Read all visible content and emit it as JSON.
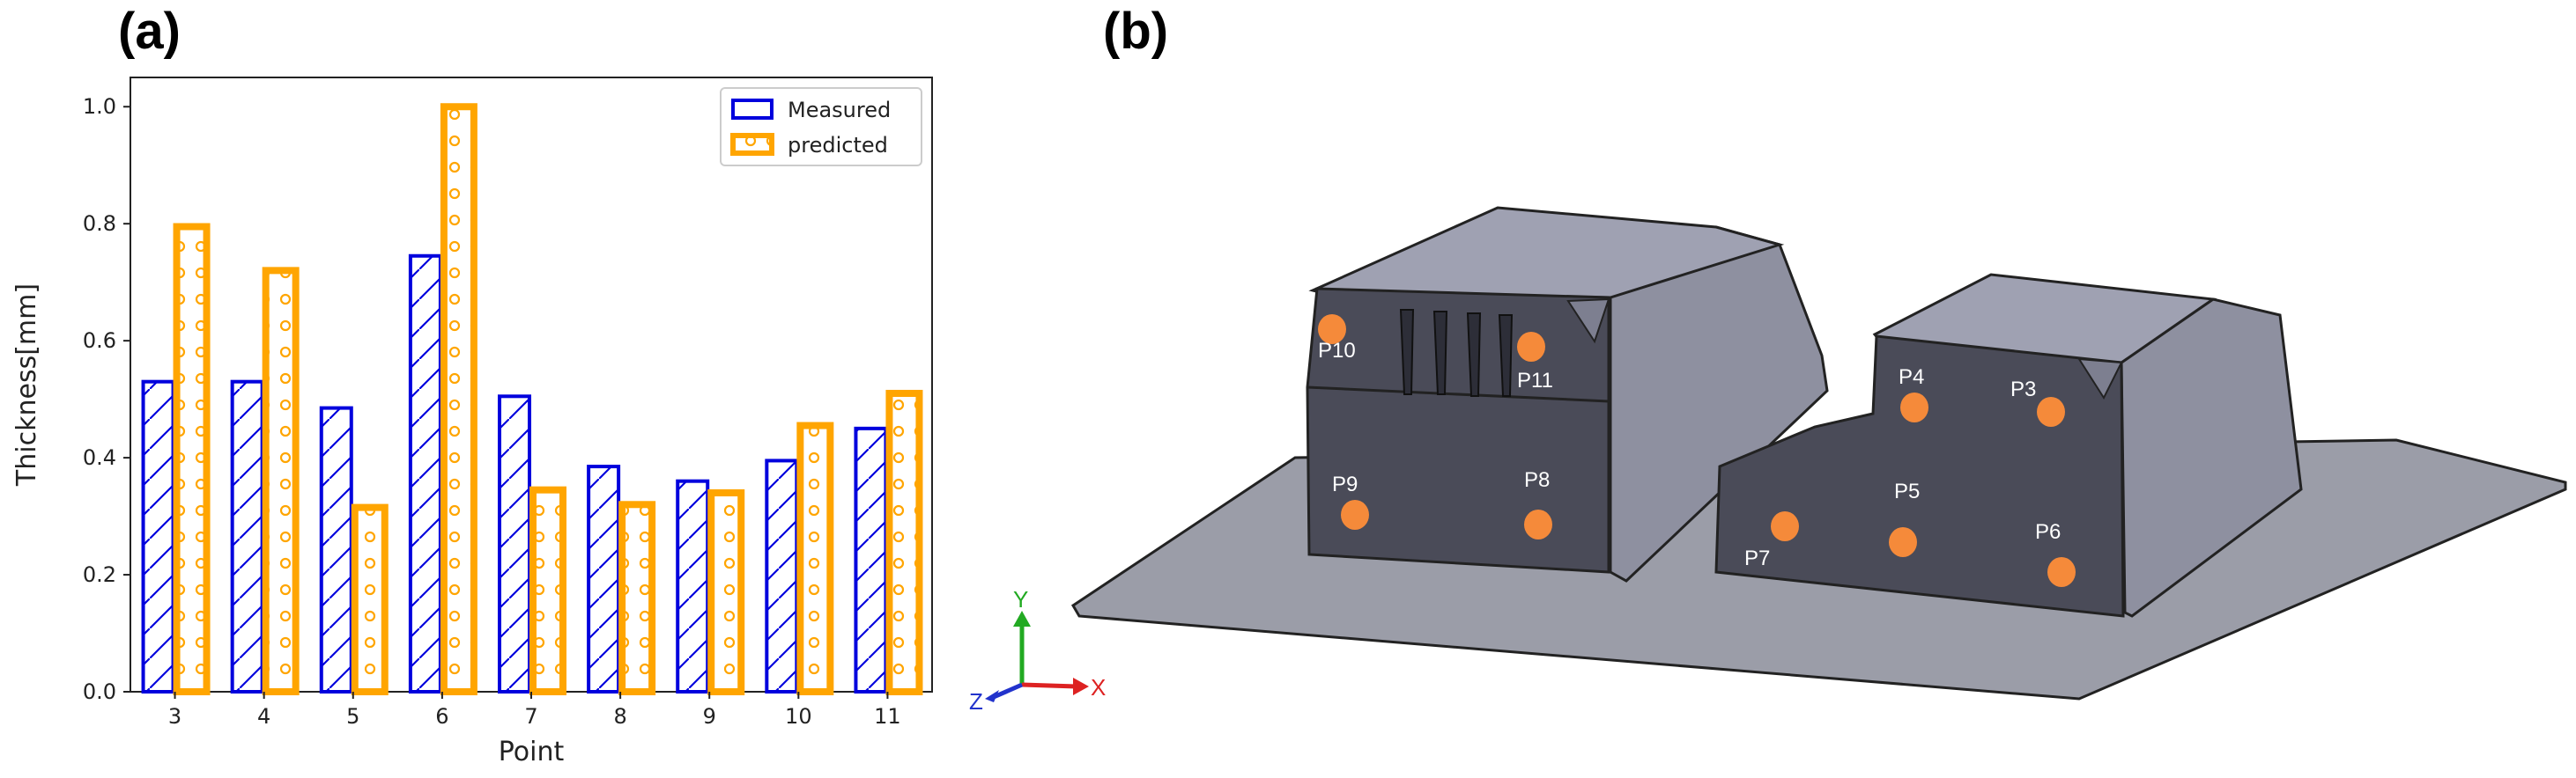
{
  "panel_labels": {
    "a": "(a)",
    "b": "(b)"
  },
  "chart_data": {
    "type": "bar",
    "categories": [
      "3",
      "4",
      "5",
      "6",
      "7",
      "8",
      "9",
      "10",
      "11"
    ],
    "series": [
      {
        "name": "Measured",
        "values": [
          0.53,
          0.53,
          0.485,
          0.745,
          0.505,
          0.385,
          0.36,
          0.395,
          0.45
        ],
        "color": "#0000dd",
        "hatch": "diagonal"
      },
      {
        "name": "predicted",
        "values": [
          0.795,
          0.72,
          0.315,
          1.0,
          0.345,
          0.32,
          0.34,
          0.455,
          0.51
        ],
        "color": "#ffa500",
        "hatch": "circles"
      }
    ],
    "xlabel": "Point",
    "ylabel": "Thickness[mm]",
    "ylim": [
      0.0,
      1.05
    ],
    "yticks": [
      "0.0",
      "0.2",
      "0.4",
      "0.6",
      "0.8",
      "1.0"
    ],
    "legend_position": "top-right",
    "grid": false
  },
  "model_points": [
    {
      "label": "P10",
      "color": "#f58a3a"
    },
    {
      "label": "P11",
      "color": "#f58a3a"
    },
    {
      "label": "P9",
      "color": "#f58a3a"
    },
    {
      "label": "P8",
      "color": "#f58a3a"
    },
    {
      "label": "P4",
      "color": "#f58a3a"
    },
    {
      "label": "P3",
      "color": "#f58a3a"
    },
    {
      "label": "P5",
      "color": "#f58a3a"
    },
    {
      "label": "P7",
      "color": "#f58a3a"
    },
    {
      "label": "P6",
      "color": "#f58a3a"
    }
  ],
  "axis_triad": {
    "x": "X",
    "y": "Y",
    "z": "Z",
    "x_color": "#dd2222",
    "y_color": "#22aa22",
    "z_color": "#2233cc"
  }
}
